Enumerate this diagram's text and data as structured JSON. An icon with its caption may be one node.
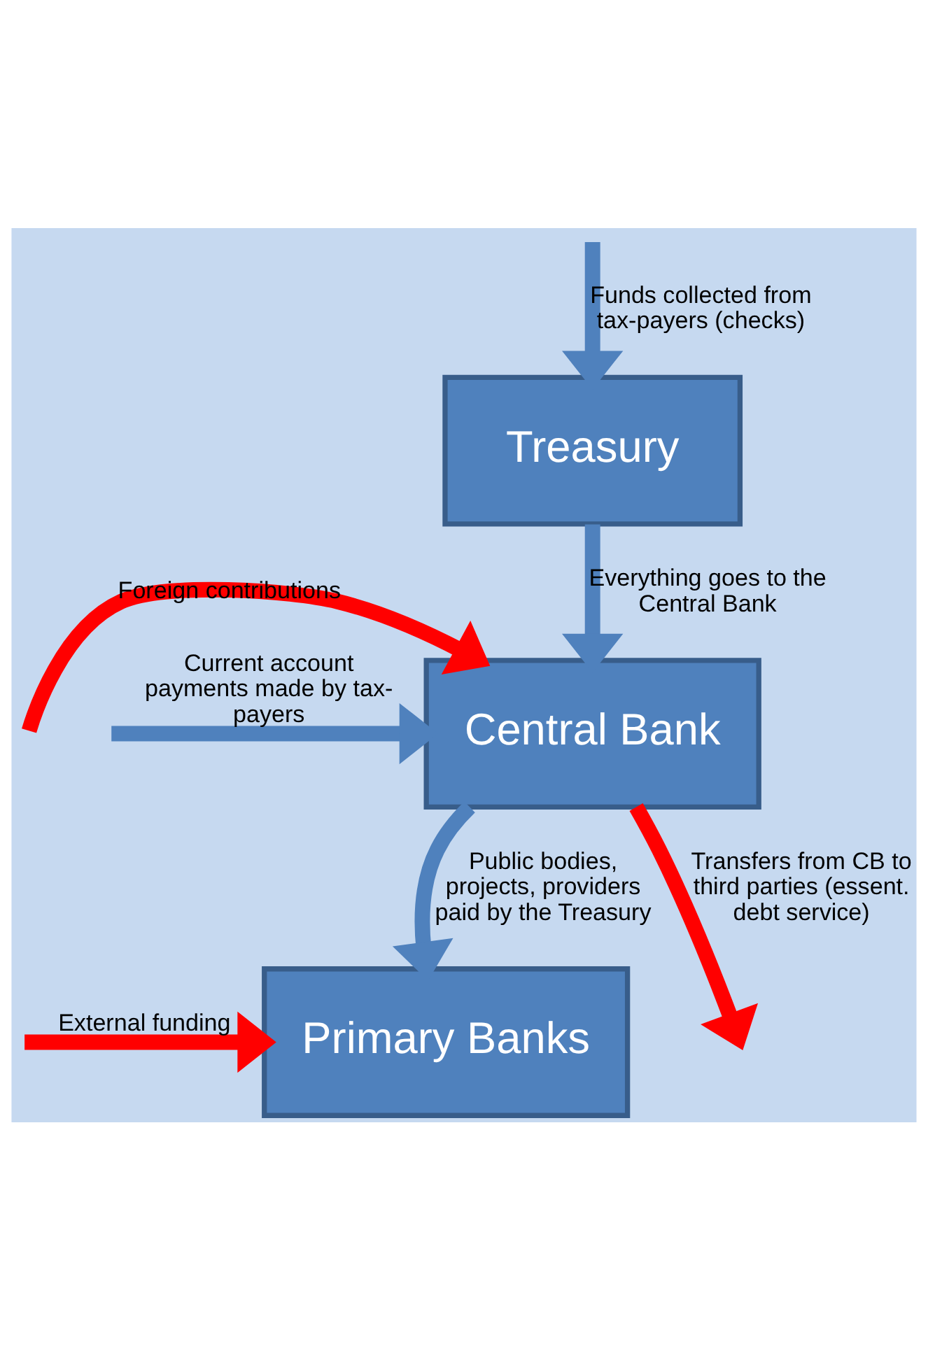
{
  "diagram": {
    "nodes": [
      {
        "text": [
          "Treasury"
        ]
      },
      {
        "text": [
          "Central Bank"
        ]
      },
      {
        "text": [
          "Primary Banks"
        ]
      }
    ],
    "edges": [
      {
        "from": null,
        "to": 0,
        "arrow": "to",
        "label": "Funds collected from tax-payers (checks)"
      },
      {
        "from": 0,
        "to": 1,
        "arrow": "to",
        "label": "Everything goes to the Central Bank"
      },
      {
        "from": null,
        "to": 1,
        "arrow": "to",
        "label": "Foreign contributions",
        "color": "#ff0000"
      },
      {
        "from": null,
        "to": 1,
        "arrow": "to",
        "label": "Current account payments made by tax-payers"
      },
      {
        "from": 1,
        "to": 2,
        "arrow": "to",
        "label": "Public bodies, projects, providers paid by the Treasury"
      },
      {
        "from": 1,
        "to": null,
        "arrow": "to",
        "label": "Transfers from CB to third parties (essent. debt service)",
        "color": "#ff0000"
      },
      {
        "from": null,
        "to": 2,
        "arrow": "to",
        "label": "External funding",
        "color": "#ff0000"
      }
    ]
  }
}
